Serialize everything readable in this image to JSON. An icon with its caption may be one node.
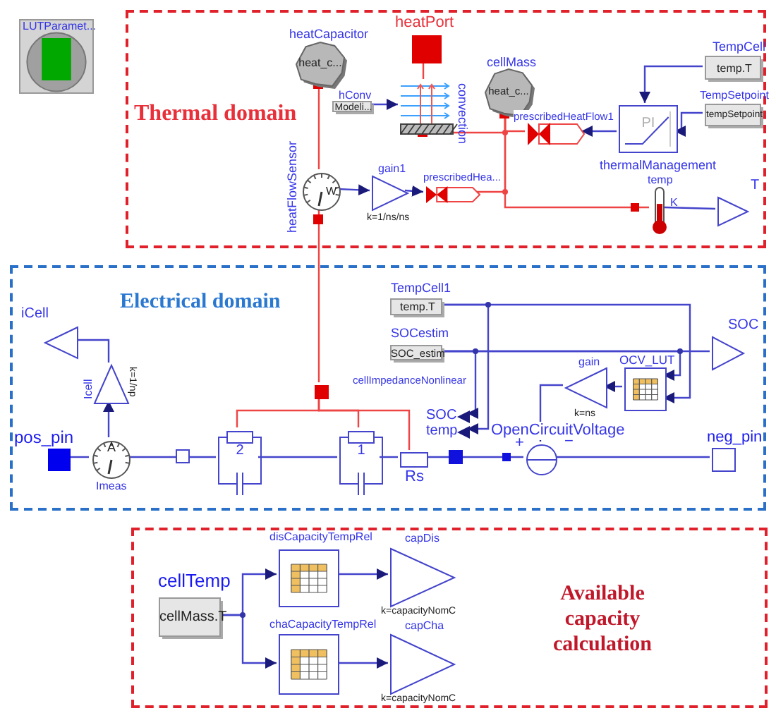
{
  "diagram": {
    "nodes": [
      {
        "text": [
          "Thermal domain"
        ]
      },
      {
        "text": [
          "Electrical domain"
        ]
      },
      {
        "text": [
          "Available capacity calculation"
        ]
      },
      {
        "text": [
          "LUTParamet..."
        ]
      },
      {
        "text": [
          "heatCapacitor",
          "heat_c..."
        ],
        "in": 0
      },
      {
        "text": [
          "hConv",
          "Modeli..."
        ],
        "in": 0
      },
      {
        "text": [
          "heatPort"
        ],
        "in": 0
      },
      {
        "text": [
          "convection"
        ],
        "in": 0
      },
      {
        "text": [
          "cellMass",
          "heat_c..."
        ],
        "in": 0
      },
      {
        "text": [
          "prescribedHeatFlow1"
        ],
        "in": 0
      },
      {
        "text": [
          "PI",
          "thermalManagement"
        ],
        "in": 0
      },
      {
        "text": [
          "TempCell",
          "temp.T"
        ],
        "in": 0
      },
      {
        "text": [
          "TempSetpoint",
          "tempSetpoint"
        ],
        "in": 0
      },
      {
        "text": [
          "heatFlowSensor",
          "W"
        ],
        "in": 0
      },
      {
        "text": [
          "gain1",
          "k=1/ns/ns"
        ],
        "in": 0
      },
      {
        "text": [
          "prescribedHea..."
        ],
        "in": 0
      },
      {
        "text": [
          "temp",
          "K"
        ],
        "in": 0
      },
      {
        "text": [
          "T"
        ],
        "in": 0
      },
      {
        "text": [
          "iCell"
        ],
        "in": 1
      },
      {
        "text": [
          "Icell",
          "k=1/np"
        ],
        "in": 1
      },
      {
        "text": [
          "pos_pin"
        ],
        "in": 1
      },
      {
        "text": [
          "A",
          "Imeas"
        ],
        "in": 1
      },
      {
        "text": [],
        "shape": "box",
        "in": 1
      },
      {
        "text": [
          "2"
        ],
        "in": 1
      },
      {
        "text": [
          "1"
        ],
        "in": 1
      },
      {
        "text": [
          "Rs"
        ],
        "in": 1
      },
      {
        "text": [
          "TempCell1",
          "temp.T"
        ],
        "in": 1
      },
      {
        "text": [
          "SOCestim",
          "SOC_estim"
        ],
        "in": 1
      },
      {
        "text": [
          "SOC"
        ],
        "in": 1
      },
      {
        "text": [
          "temp"
        ],
        "in": 1
      },
      {
        "text": [
          "gain",
          "k=ns"
        ],
        "in": 1
      },
      {
        "text": [
          "OCV_LUT"
        ],
        "in": 1
      },
      {
        "text": [
          "SOC"
        ],
        "in": 1
      },
      {
        "text": [
          "OpenCircuitVoltage",
          "+",
          "−"
        ],
        "in": 1
      },
      {
        "text": [
          "neg_pin"
        ],
        "in": 1
      },
      {
        "text": [
          "cellTemp",
          "cellMass.T"
        ],
        "in": 2
      },
      {
        "text": [
          "disCapacityTempRel"
        ],
        "in": 2
      },
      {
        "text": [
          "chaCapacityTempRel"
        ],
        "in": 2
      },
      {
        "text": [
          "capDis",
          "k=capacityNomC"
        ],
        "in": 2
      },
      {
        "text": [
          "capCha",
          "k=capacityNomC"
        ],
        "in": 2
      }
    ],
    "edges": [
      {
        "from": 4,
        "to": 13,
        "arrow": "none",
        "color": "#ee4444"
      },
      {
        "from": 13,
        "to": 14,
        "arrow": "to"
      },
      {
        "from": 14,
        "to": 15,
        "arrow": "to"
      },
      {
        "from": 15,
        "to": 8,
        "arrow": "none",
        "color": "#ee4444"
      },
      {
        "from": 5,
        "to": 7,
        "arrow": "to"
      },
      {
        "from": 6,
        "to": 7,
        "arrow": "none",
        "color": "#ee4444"
      },
      {
        "from": 7,
        "to": 8,
        "arrow": "none",
        "color": "#ee4444"
      },
      {
        "from": 10,
        "to": 9,
        "arrow": "to"
      },
      {
        "from": 9,
        "to": 8,
        "arrow": "none",
        "color": "#ee4444"
      },
      {
        "from": 11,
        "to": 10,
        "arrow": "to"
      },
      {
        "from": 12,
        "to": 10,
        "arrow": "to"
      },
      {
        "from": 16,
        "to": 8,
        "arrow": "none",
        "color": "#ee4444"
      },
      {
        "from": 16,
        "to": 17,
        "arrow": "none"
      },
      {
        "from": 13,
        "to": 22,
        "arrow": "none",
        "color": "#ee4444"
      },
      {
        "from": 22,
        "to": 23,
        "arrow": "none",
        "color": "#ee4444"
      },
      {
        "from": 22,
        "to": 24,
        "arrow": "none",
        "color": "#ee4444"
      },
      {
        "from": 22,
        "to": 25,
        "arrow": "none",
        "color": "#ee4444"
      },
      {
        "from": 20,
        "to": 21,
        "arrow": "none"
      },
      {
        "from": 21,
        "to": 19,
        "arrow": "to"
      },
      {
        "from": 19,
        "to": 18,
        "arrow": "none"
      },
      {
        "from": 21,
        "to": 23,
        "arrow": "none"
      },
      {
        "from": 23,
        "to": 24,
        "arrow": "none"
      },
      {
        "from": 24,
        "to": 25,
        "arrow": "none"
      },
      {
        "from": 25,
        "to": 33,
        "arrow": "none"
      },
      {
        "from": 33,
        "to": 34,
        "arrow": "none"
      },
      {
        "from": 26,
        "to": 29,
        "arrow": "to"
      },
      {
        "from": 26,
        "to": 31,
        "arrow": "to"
      },
      {
        "from": 27,
        "to": 28,
        "arrow": "to"
      },
      {
        "from": 27,
        "to": 32,
        "arrow": "none"
      },
      {
        "from": 27,
        "to": 31,
        "arrow": "to"
      },
      {
        "from": 31,
        "to": 30,
        "arrow": "to"
      },
      {
        "from": 30,
        "to": 33,
        "arrow": "to"
      },
      {
        "from": 35,
        "to": 36,
        "arrow": "to"
      },
      {
        "from": 35,
        "to": 37,
        "arrow": "to"
      },
      {
        "from": 36,
        "to": 38,
        "arrow": "to"
      },
      {
        "from": 37,
        "to": 39,
        "arrow": "to"
      }
    ],
    "labels": [
      "cellImpedanceNonlinear"
    ]
  }
}
